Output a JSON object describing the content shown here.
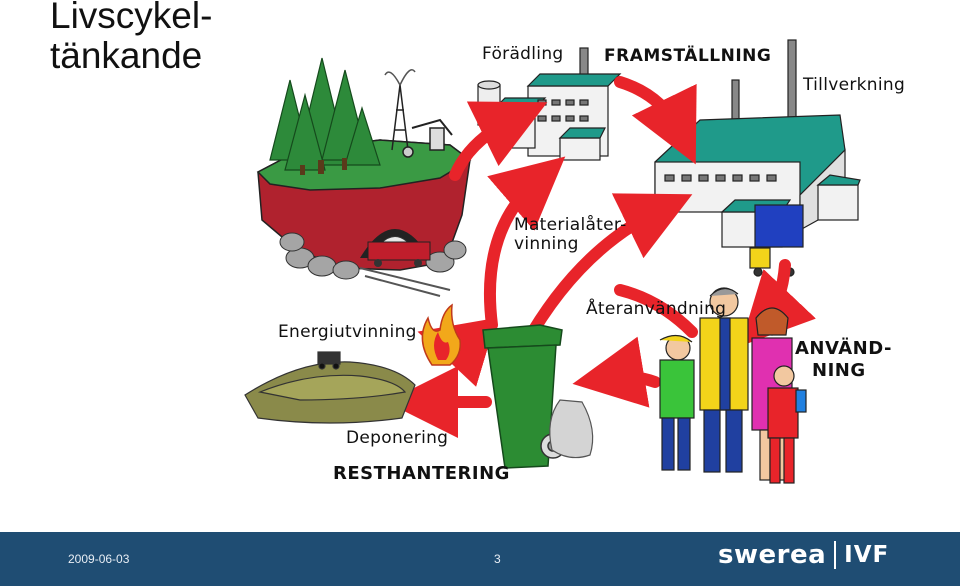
{
  "title": {
    "line1": "Livscykel-",
    "line2": "tänkande"
  },
  "labels": {
    "foradling": "Förädling",
    "framstallning": "FRAMSTÄLLNING",
    "tillverkning": "Tillverkning",
    "materialatervinning_1": "Materialåter-",
    "materialatervinning_2": "vinning",
    "ateranvandning": "Återanvändning",
    "anvandning_1": "ANVÄND-",
    "anvandning_2": "NING",
    "energiutvinning": "Energiutvinning",
    "deponering": "Deponering",
    "resthantering": "RESTHANTERING"
  },
  "footer": {
    "date": "2009-06-03",
    "page_number": "3",
    "logo_main": "swerea",
    "logo_sub": "IVF"
  },
  "colors": {
    "arrow": "#e8242a",
    "forest": "#2d8a3a",
    "cliff": "#b0222e",
    "factory_roof": "#1f9a8a",
    "bin": "#2c8c33",
    "footer_bg": "#1f4d73"
  }
}
